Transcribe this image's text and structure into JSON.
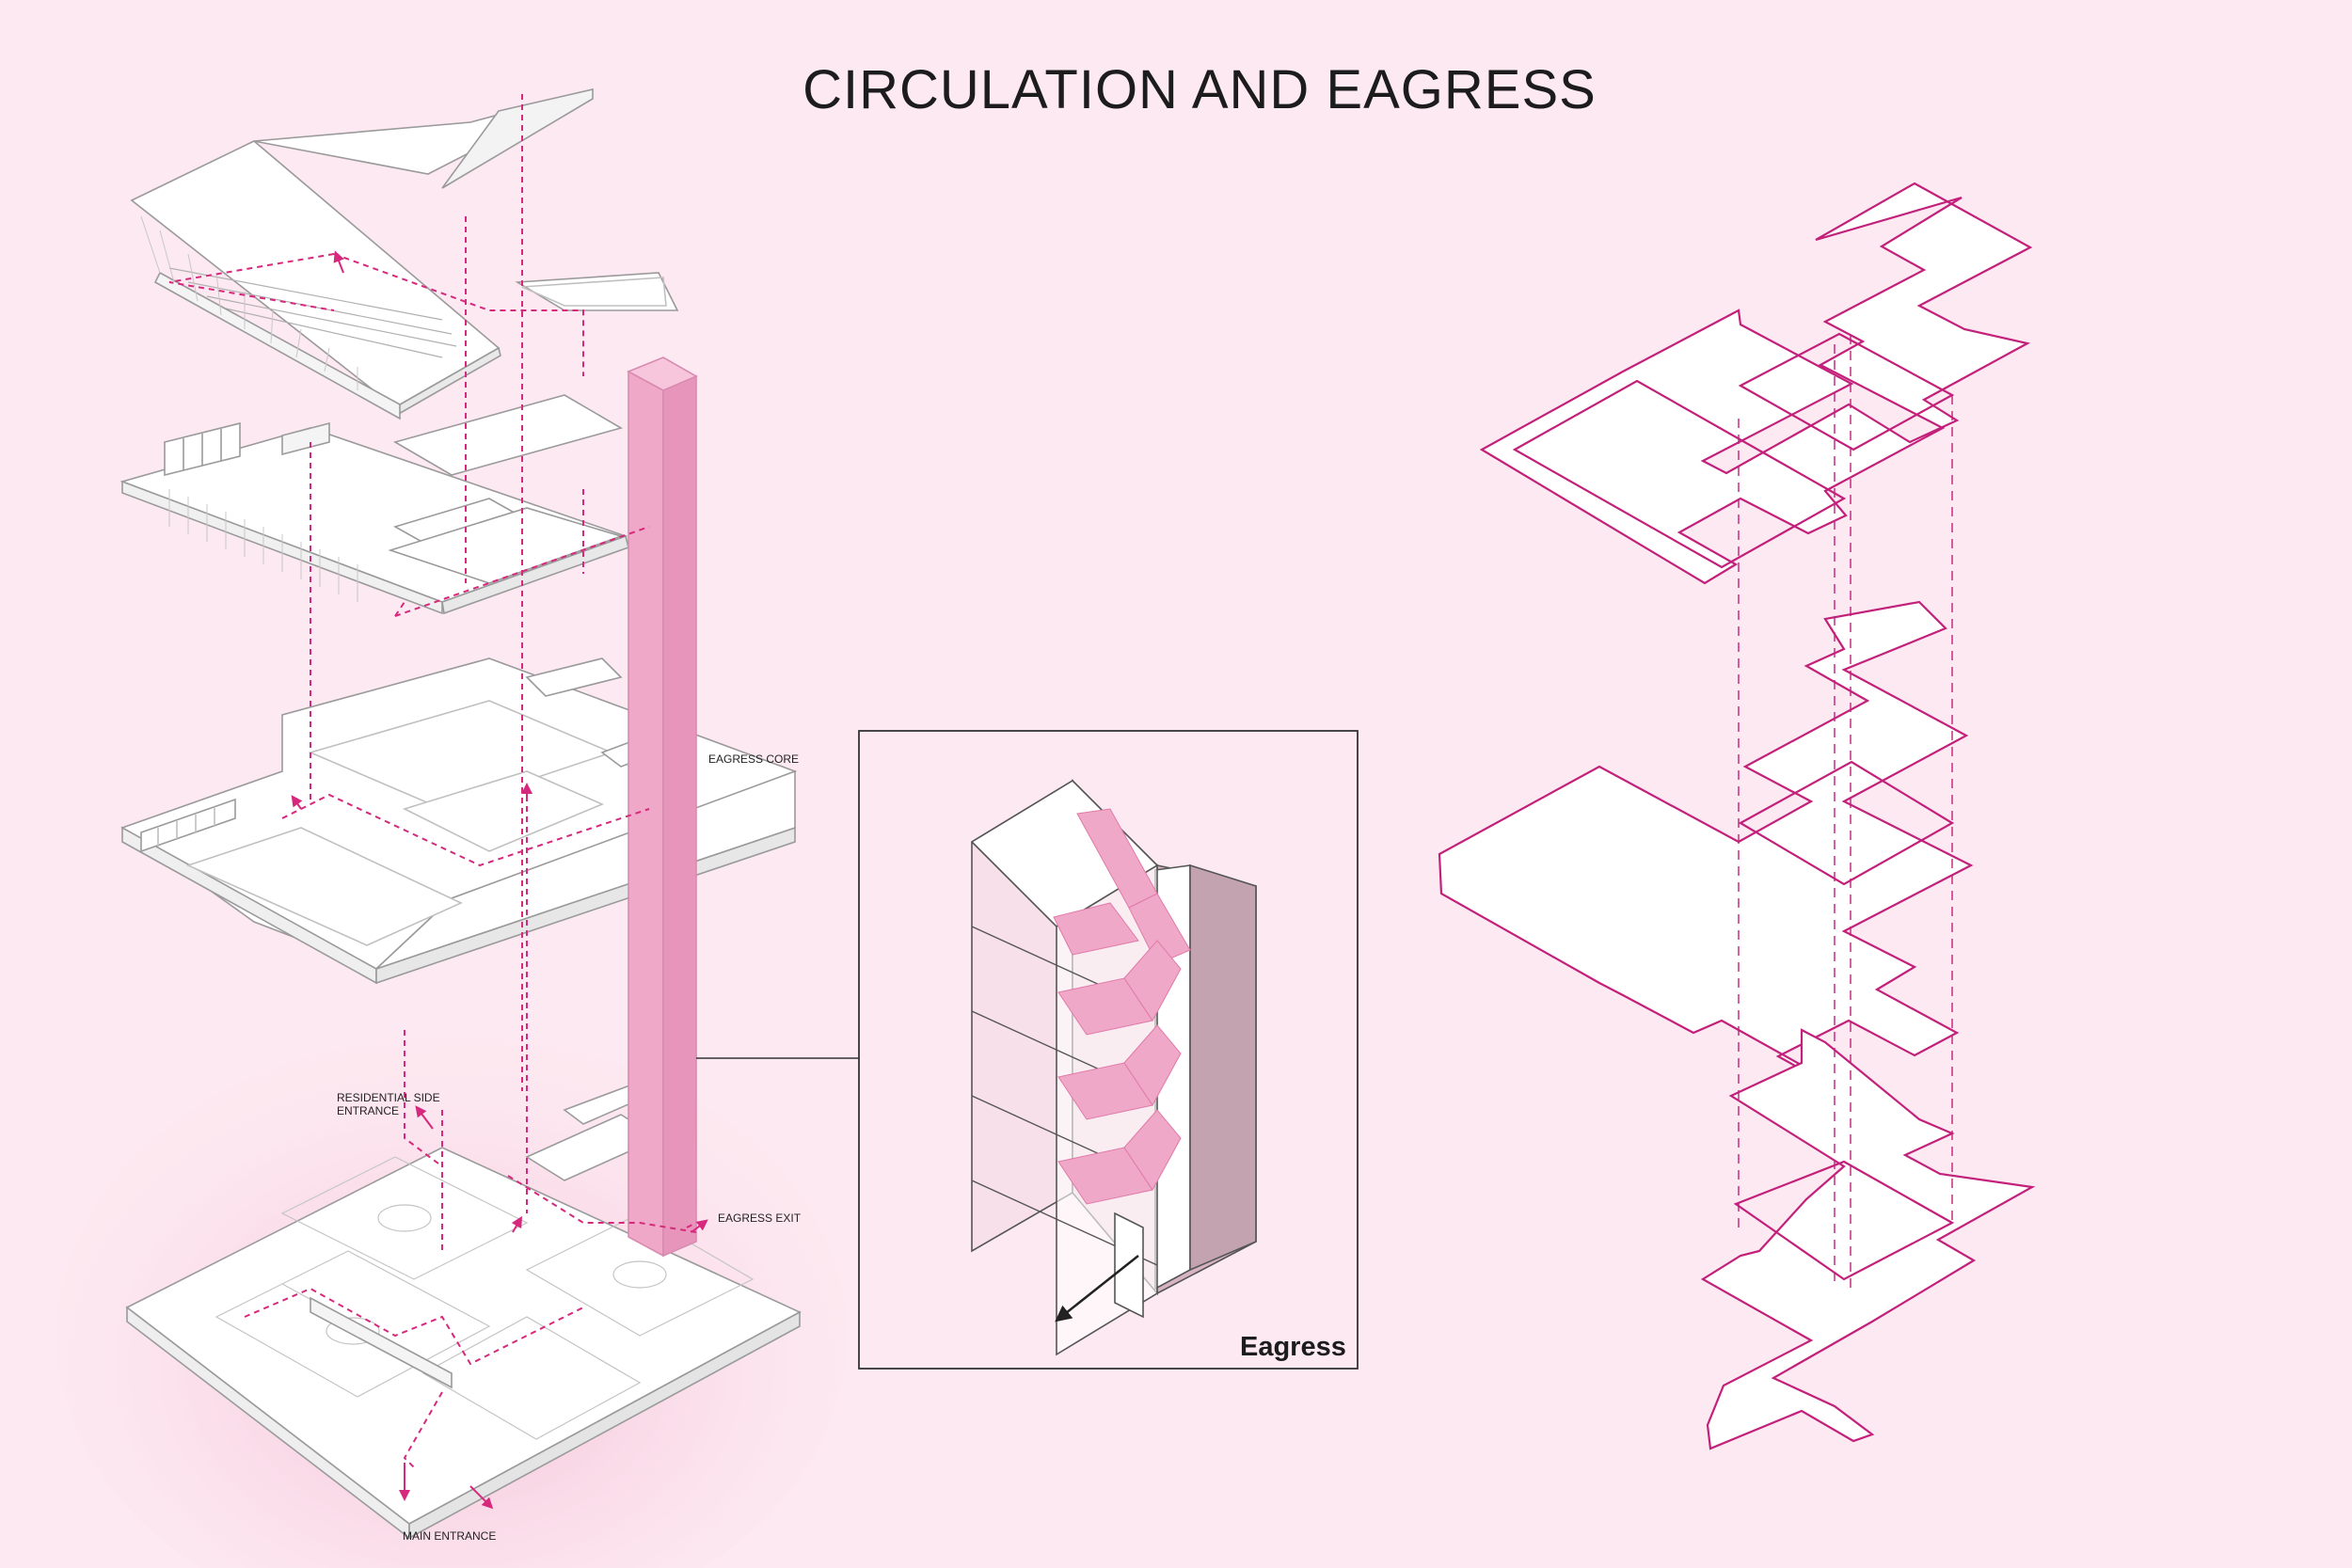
{
  "title": "CIRCULATION AND EAGRESS",
  "labels": {
    "eagress_core": "EAGRESS CORE",
    "residential_entrance": "RESIDENTIAL SIDE ENTRANCE",
    "eagress_exit": "EAGRESS EXIT",
    "main_entrance": "MAIN ENTRANCE"
  },
  "inset": {
    "label": "Eagress"
  },
  "colors": {
    "background": "#fde9f1",
    "accent": "#d6287c",
    "core_fill": "#f0a8c8",
    "outline": "#b8b8b8",
    "floor": "#ffffff"
  }
}
